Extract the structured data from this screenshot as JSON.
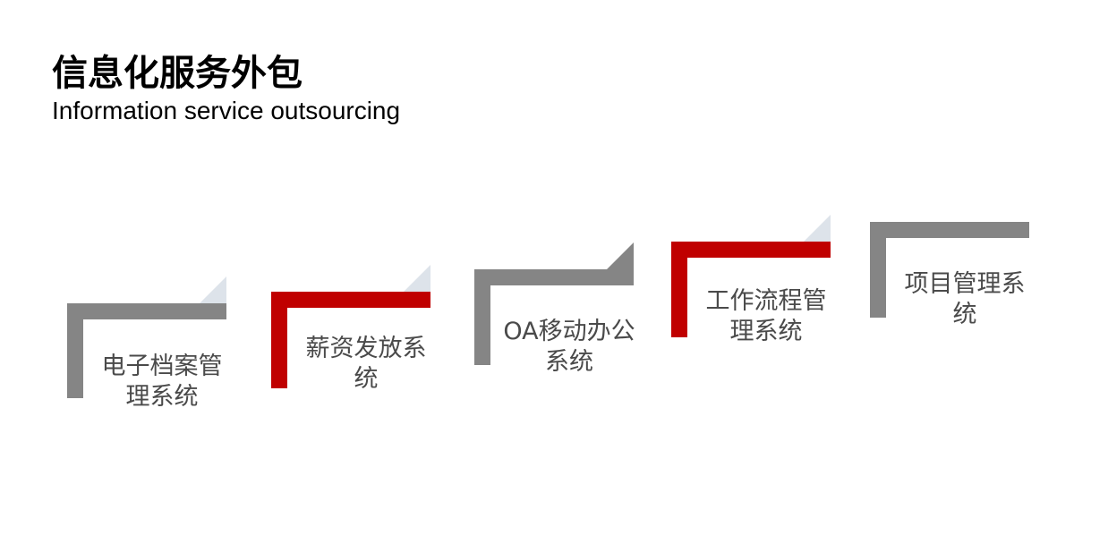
{
  "header": {
    "title": "信息化服务外包",
    "subtitle": "Information service outsourcing"
  },
  "colors": {
    "gray": "#858585",
    "red": "#c00000",
    "fold_light": "#dde3ea",
    "fold_dark": "#858585"
  },
  "steps": [
    {
      "label_line1": "电子档案管",
      "label_line2": "理系统",
      "bar_color": "gray",
      "fold_color": "fold_light"
    },
    {
      "label_line1": "薪资发放系",
      "label_line2": "统",
      "bar_color": "red",
      "fold_color": "fold_light"
    },
    {
      "label_line1": "OA移动办公",
      "label_line2": "系统",
      "bar_color": "gray",
      "fold_color": "fold_dark"
    },
    {
      "label_line1": "工作流程管",
      "label_line2": "理系统",
      "bar_color": "red",
      "fold_color": "fold_light"
    },
    {
      "label_line1": "项目管理系",
      "label_line2": "统",
      "bar_color": "gray",
      "fold_color": "none"
    }
  ]
}
